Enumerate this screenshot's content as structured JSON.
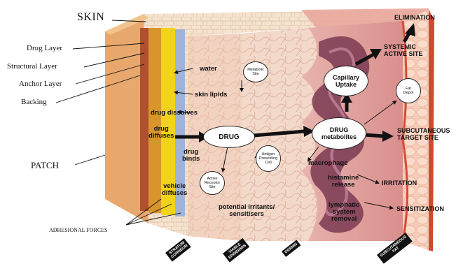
{
  "left_labels": {
    "skin": "SKIN",
    "drug_layer": "Drug Layer",
    "structural_layer": "Structural Layer",
    "anchor_layer": "Anchor Layer",
    "backing": "Backing",
    "patch": "PATCH",
    "adhesional_forces": "ADHESIONAL FORCES"
  },
  "inner_labels": {
    "water": "water",
    "skin_lipids": "skin lipids",
    "drug_dissolves": "drug dissolves",
    "drug_diffuses": "drug\ndiffuses",
    "drug_binds": "drug\nbinds",
    "vehicle_diffuses": "vehicle\ndiffuses",
    "potential_irritants": "potential irritants/\nsensitisers",
    "macrophage": "macrophage",
    "histamine_release": "histamine\nrelease",
    "lymphatic_removal": "lymphatic\nsystem\nremoval"
  },
  "bubbles": {
    "drug": "DRUG",
    "drug_metabolites": "DRUG\nmetabolites",
    "capillary_uptake": "Capillary\nUptake",
    "metabolic_site": "Metabolic\nSite",
    "antigen_cell": "Antigen\nPresenting\nCell",
    "active_receptor": "Active\nReceptor\nSite",
    "fat_depot": "Fat\nDepot"
  },
  "right_labels": {
    "elimination": "ELIMINATION",
    "systemic": "SYSTEMIC\nACTIVE SITE",
    "subcutaneous": "SUBCUTANEOUS\nTARGET SITE",
    "irritation": "IRRITATION",
    "sensitization": "SENSITIZATION"
  },
  "bottom_tags": {
    "stratum": "STRATUM\nCORNEUM",
    "viable": "VIABLE\nEPIDERMIS",
    "dermis": "DERMIS",
    "subcutaneous_fat": "SUBCUTANEOUS\nFAT"
  }
}
